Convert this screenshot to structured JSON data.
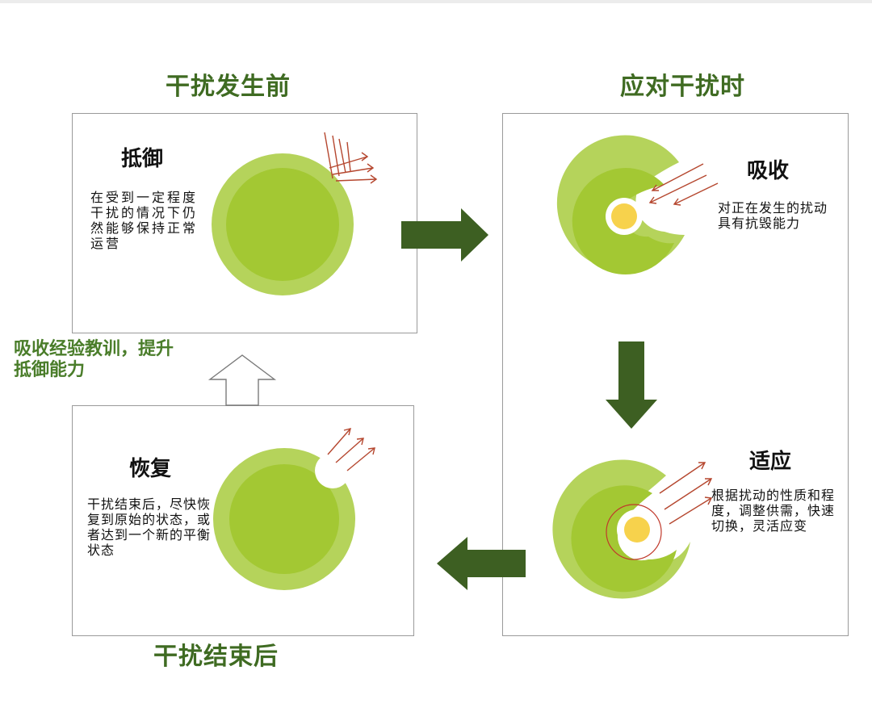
{
  "colors": {
    "title": "#3f6b22",
    "arrow_dark": "#3d5f22",
    "cell_outer": "#b5d35b",
    "cell_inner": "#a3c833",
    "core": "#f7d24c",
    "ray": "#b5472f",
    "box_border": "#9a9a9a"
  },
  "phases": {
    "before": "干扰发生前",
    "during": "应对干扰时",
    "after": "干扰结束后"
  },
  "panels": {
    "resist": {
      "label": "抵御",
      "description": "在受到一定程度干扰的情况下仍然能够保持正常运营"
    },
    "absorb": {
      "label": "吸收",
      "description": "对正在发生的扰动具有抗毁能力"
    },
    "adapt": {
      "label": "适应",
      "description": "根据扰动的性质和程度，调整供需，快速切换，灵活应变"
    },
    "recover": {
      "label": "恢复",
      "description": "干扰结束后，尽快恢复到原始的状态，或者达到一个新的平衡状态"
    }
  },
  "feedback_note": "吸收经验教训，提升抵御能力",
  "icons": [
    "arrow-right-icon",
    "arrow-down-icon",
    "arrow-left-icon",
    "arrow-up-outline-icon",
    "cell-icon",
    "impact-rays-icon"
  ]
}
